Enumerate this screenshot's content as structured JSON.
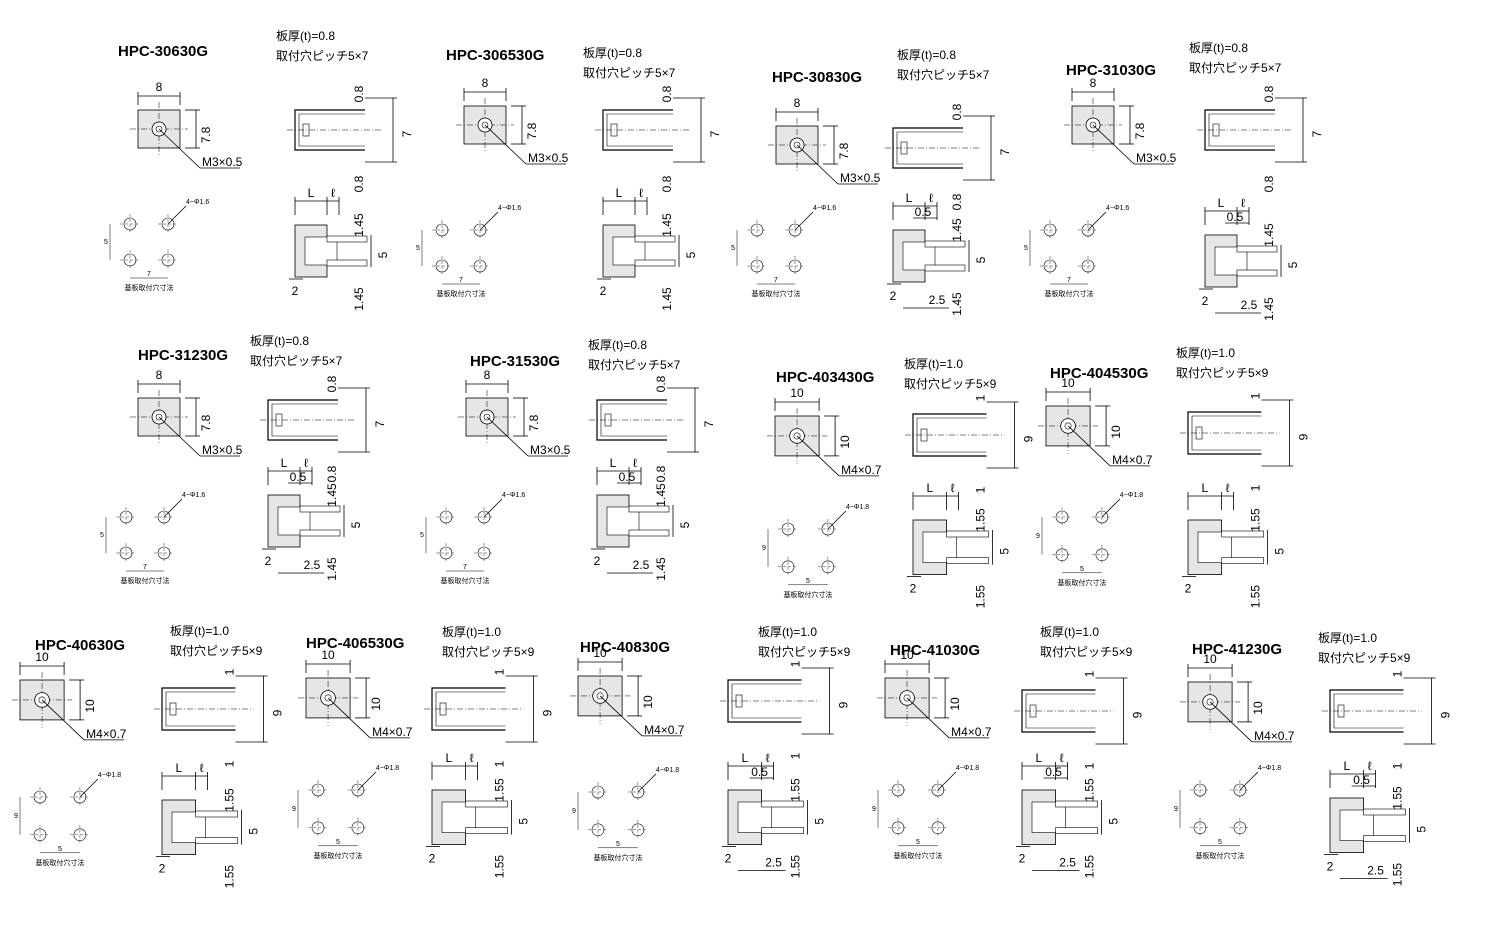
{
  "products": [
    {
      "id": "HPC-30630G",
      "sheet": "板厚(t)=0.8",
      "pitch": "取付穴ピッチ5×7",
      "body_w": "8",
      "body_h": "7.8",
      "thread": "M3×0.5",
      "frame_t1": "0.8",
      "frame_pitch": "7",
      "frame_t2": "0.8",
      "side_L": "L",
      "side_l": "ℓ",
      "side_b": "",
      "side_top": "1.45",
      "side_bot": "1.45",
      "side_pitch": "5",
      "side_foot": "2",
      "side_gap": "",
      "pcb_hole": "4−Φ1.6",
      "pcb_v": "5",
      "pcb_h": "7",
      "pcb_label": "基板取付穴寸法"
    },
    {
      "id": "HPC-306530G",
      "sheet": "板厚(t)=0.8",
      "pitch": "取付穴ピッチ5×7",
      "body_w": "8",
      "body_h": "7.8",
      "thread": "M3×0.5",
      "frame_t1": "0.8",
      "frame_pitch": "7",
      "frame_t2": "0.8",
      "side_L": "L",
      "side_l": "ℓ",
      "side_b": "",
      "side_top": "1.45",
      "side_bot": "1.45",
      "side_pitch": "5",
      "side_foot": "2",
      "side_gap": "",
      "pcb_hole": "4−Φ1.6",
      "pcb_v": "5",
      "pcb_h": "7",
      "pcb_label": "基板取付穴寸法"
    },
    {
      "id": "HPC-30830G",
      "sheet": "板厚(t)=0.8",
      "pitch": "取付穴ピッチ5×7",
      "body_w": "8",
      "body_h": "7.8",
      "thread": "M3×0.5",
      "frame_t1": "0.8",
      "frame_pitch": "7",
      "frame_t2": "0.8",
      "side_L": "L",
      "side_l": "ℓ",
      "side_b": "0.5",
      "side_top": "1.45",
      "side_bot": "1.45",
      "side_pitch": "5",
      "side_foot": "2",
      "side_gap": "2.5",
      "pcb_hole": "4−Φ1.6",
      "pcb_v": "5",
      "pcb_h": "7",
      "pcb_label": "基板取付穴寸法"
    },
    {
      "id": "HPC-31030G",
      "sheet": "板厚(t)=0.8",
      "pitch": "取付穴ピッチ5×7",
      "body_w": "8",
      "body_h": "7.8",
      "thread": "M3×0.5",
      "frame_t1": "0.8",
      "frame_pitch": "7",
      "frame_t2": "0.8",
      "side_L": "L",
      "side_l": "ℓ",
      "side_b": "0.5",
      "side_top": "1.45",
      "side_bot": "1.45",
      "side_pitch": "5",
      "side_foot": "2",
      "side_gap": "2.5",
      "pcb_hole": "4−Φ1.6",
      "pcb_v": "5",
      "pcb_h": "7",
      "pcb_label": "基板取付穴寸法"
    },
    {
      "id": "HPC-31230G",
      "sheet": "板厚(t)=0.8",
      "pitch": "取付穴ピッチ5×7",
      "body_w": "8",
      "body_h": "7.8",
      "thread": "M3×0.5",
      "frame_t1": "0.8",
      "frame_pitch": "7",
      "frame_t2": "0.8",
      "side_L": "L",
      "side_l": "ℓ",
      "side_b": "0.5",
      "side_top": "1.45",
      "side_bot": "1.45",
      "side_pitch": "5",
      "side_foot": "2",
      "side_gap": "2.5",
      "pcb_hole": "4−Φ1.6",
      "pcb_v": "5",
      "pcb_h": "7",
      "pcb_label": "基板取付穴寸法"
    },
    {
      "id": "HPC-31530G",
      "sheet": "板厚(t)=0.8",
      "pitch": "取付穴ピッチ5×7",
      "body_w": "8",
      "body_h": "7.8",
      "thread": "M3×0.5",
      "frame_t1": "0.8",
      "frame_pitch": "7",
      "frame_t2": "0.8",
      "side_L": "L",
      "side_l": "ℓ",
      "side_b": "0.5",
      "side_top": "1.45",
      "side_bot": "1.45",
      "side_pitch": "5",
      "side_foot": "2",
      "side_gap": "2.5",
      "pcb_hole": "4−Φ1.6",
      "pcb_v": "5",
      "pcb_h": "7",
      "pcb_label": "基板取付穴寸法"
    },
    {
      "id": "HPC-403430G",
      "sheet": "板厚(t)=1.0",
      "pitch": "取付穴ピッチ5×9",
      "body_w": "10",
      "body_h": "10",
      "thread": "M4×0.7",
      "frame_t1": "1",
      "frame_pitch": "9",
      "frame_t2": "1",
      "side_L": "L",
      "side_l": "ℓ",
      "side_b": "",
      "side_top": "1.55",
      "side_bot": "1.55",
      "side_pitch": "5",
      "side_foot": "2",
      "side_gap": "",
      "pcb_hole": "4−Φ1.8",
      "pcb_v": "9",
      "pcb_h": "5",
      "pcb_label": "基板取付穴寸法"
    },
    {
      "id": "HPC-404530G",
      "sheet": "板厚(t)=1.0",
      "pitch": "取付穴ピッチ5×9",
      "body_w": "10",
      "body_h": "10",
      "thread": "M4×0.7",
      "frame_t1": "1",
      "frame_pitch": "9",
      "frame_t2": "1",
      "side_L": "L",
      "side_l": "ℓ",
      "side_b": "",
      "side_top": "1.55",
      "side_bot": "1.55",
      "side_pitch": "5",
      "side_foot": "2",
      "side_gap": "",
      "pcb_hole": "4−Φ1.8",
      "pcb_v": "9",
      "pcb_h": "5",
      "pcb_label": "基板取付穴寸法"
    },
    {
      "id": "HPC-40630G",
      "sheet": "板厚(t)=1.0",
      "pitch": "取付穴ピッチ5×9",
      "body_w": "10",
      "body_h": "10",
      "thread": "M4×0.7",
      "frame_t1": "1",
      "frame_pitch": "9",
      "frame_t2": "1",
      "side_L": "L",
      "side_l": "ℓ",
      "side_b": "",
      "side_top": "1.55",
      "side_bot": "1.55",
      "side_pitch": "5",
      "side_foot": "2",
      "side_gap": "",
      "pcb_hole": "4−Φ1.8",
      "pcb_v": "9",
      "pcb_h": "5",
      "pcb_label": "基板取付穴寸法"
    },
    {
      "id": "HPC-406530G",
      "sheet": "板厚(t)=1.0",
      "pitch": "取付穴ピッチ5×9",
      "body_w": "10",
      "body_h": "10",
      "thread": "M4×0.7",
      "frame_t1": "1",
      "frame_pitch": "9",
      "frame_t2": "1",
      "side_L": "L",
      "side_l": "ℓ",
      "side_b": "",
      "side_top": "1.55",
      "side_bot": "1.55",
      "side_pitch": "5",
      "side_foot": "2",
      "side_gap": "",
      "pcb_hole": "4−Φ1.8",
      "pcb_v": "9",
      "pcb_h": "5",
      "pcb_label": "基板取付穴寸法"
    },
    {
      "id": "HPC-40830G",
      "sheet": "板厚(t)=1.0",
      "pitch": "取付穴ピッチ5×9",
      "body_w": "10",
      "body_h": "10",
      "thread": "M4×0.7",
      "frame_t1": "1",
      "frame_pitch": "9",
      "frame_t2": "1",
      "side_L": "L",
      "side_l": "ℓ",
      "side_b": "0.5",
      "side_top": "1.55",
      "side_bot": "1.55",
      "side_pitch": "5",
      "side_foot": "2",
      "side_gap": "2.5",
      "pcb_hole": "4−Φ1.8",
      "pcb_v": "9",
      "pcb_h": "5",
      "pcb_label": "基板取付穴寸法"
    },
    {
      "id": "HPC-41030G",
      "sheet": "板厚(t)=1.0",
      "pitch": "取付穴ピッチ5×9",
      "body_w": "10",
      "body_h": "10",
      "thread": "M4×0.7",
      "frame_t1": "1",
      "frame_pitch": "9",
      "frame_t2": "1",
      "side_L": "L",
      "side_l": "ℓ",
      "side_b": "0.5",
      "side_top": "1.55",
      "side_bot": "1.55",
      "side_pitch": "5",
      "side_foot": "2",
      "side_gap": "2.5",
      "pcb_hole": "4−Φ1.8",
      "pcb_v": "9",
      "pcb_h": "5",
      "pcb_label": "基板取付穴寸法"
    },
    {
      "id": "HPC-41230G",
      "sheet": "板厚(t)=1.0",
      "pitch": "取付穴ピッチ5×9",
      "body_w": "10",
      "body_h": "10",
      "thread": "M4×0.7",
      "frame_t1": "1",
      "frame_pitch": "9",
      "frame_t2": "1",
      "side_L": "L",
      "side_l": "ℓ",
      "side_b": "0.5",
      "side_top": "1.55",
      "side_bot": "1.55",
      "side_pitch": "5",
      "side_foot": "2",
      "side_gap": "2.5",
      "pcb_hole": "4−Φ1.8",
      "pcb_v": "9",
      "pcb_h": "5",
      "pcb_label": "基板取付穴寸法"
    }
  ]
}
